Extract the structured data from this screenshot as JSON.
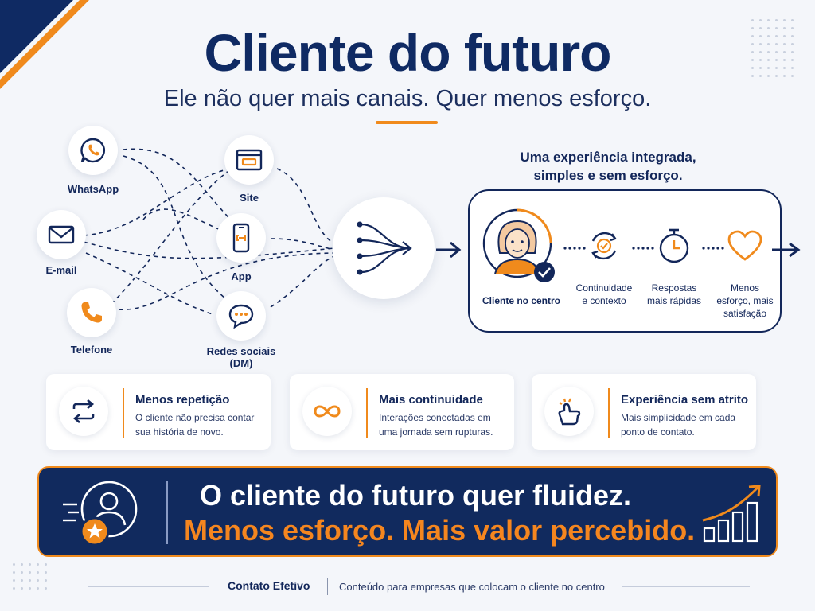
{
  "header": {
    "title": "Cliente do futuro",
    "subtitle": "Ele não quer mais canais. Quer menos esforço."
  },
  "channels": [
    {
      "label": "WhatsApp",
      "icon": "whatsapp-icon"
    },
    {
      "label": "E-mail",
      "icon": "email-icon"
    },
    {
      "label": "Telefone",
      "icon": "phone-icon"
    },
    {
      "label": "Site",
      "icon": "browser-icon"
    },
    {
      "label": "App",
      "icon": "mobile-app-icon"
    },
    {
      "label": "Redes sociais (DM)",
      "icon": "chat-bubble-icon"
    }
  ],
  "experience": {
    "heading_line1": "Uma experiência integrada,",
    "heading_line2": "simples e sem esforço.",
    "customer_label": "Cliente no centro",
    "steps": [
      {
        "line1": "Continuidade",
        "line2": "e contexto",
        "line3": "",
        "icon": "cycle-check-icon"
      },
      {
        "line1": "Respostas",
        "line2": "mais rápidas",
        "line3": "",
        "icon": "stopwatch-icon"
      },
      {
        "line1": "Menos",
        "line2": "esforço, mais",
        "line3": "satisfação",
        "icon": "heart-icon"
      }
    ]
  },
  "cards": [
    {
      "title": "Menos repetição",
      "desc": "O cliente não precisa contar sua história de novo.",
      "icon": "repeat-arrows-icon"
    },
    {
      "title": "Mais continuidade",
      "desc": "Interações conectadas em uma jornada sem rupturas.",
      "icon": "infinity-icon"
    },
    {
      "title": "Experiência sem atrito",
      "desc": "Mais simplicidade em cada ponto de contato.",
      "icon": "hand-tap-icon"
    }
  ],
  "banner": {
    "line1": "O cliente do futuro quer fluidez.",
    "line2": "Menos esforço. Mais valor percebido."
  },
  "footer": {
    "brand": "Contato Efetivo",
    "tagline": "Conteúdo para empresas que colocam o cliente no centro"
  },
  "colors": {
    "navy": "#0f2a63",
    "orange": "#f08a1c",
    "background": "#f4f6fa"
  }
}
